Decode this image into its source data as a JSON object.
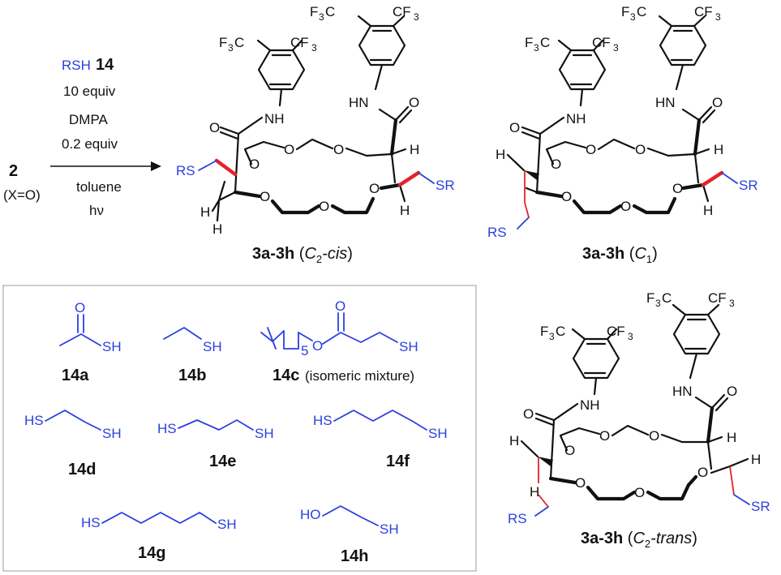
{
  "reaction": {
    "reactant_number": "2",
    "reactant_note": "(X=O)",
    "reagent_rsh": "RSH",
    "reagent_number": "14",
    "reagent_equiv": "10 equiv",
    "catalyst": "DMPA",
    "catalyst_equiv": "0.2 equiv",
    "solvent": "toluene",
    "light": "hν"
  },
  "atoms": {
    "cf3_left": "F",
    "cf3_tail": "C",
    "cf3_right": "CF",
    "sub3": "3",
    "nh": "NH",
    "hn": "HN",
    "o": "O",
    "h": "H",
    "sr": "SR",
    "rs": "RS"
  },
  "products": {
    "cis_prefix": "3a-3h",
    "cis_open": " (",
    "cis_c": "C",
    "cis_sub": "2",
    "cis_tail": "-cis",
    "cis_close": ")",
    "c1_prefix": "3a-3h",
    "c1_open": " (",
    "c1_c": "C",
    "c1_sub": "1",
    "c1_close": ")",
    "trans_prefix": "3a-3h",
    "trans_open": " (",
    "trans_c": "C",
    "trans_sub": "2",
    "trans_tail": "-trans",
    "trans_close": ")"
  },
  "thiols": {
    "a": "14a",
    "b": "14b",
    "c": "14c",
    "c_note": "(isomeric mixture)",
    "d": "14d",
    "e": "14e",
    "f": "14f",
    "g": "14g",
    "h": "14h",
    "sh": "SH",
    "hs": "HS",
    "ho": "HO",
    "o": "O",
    "five": "5"
  },
  "colors": {
    "thiol_blue": "#2b3fe0",
    "bond_red": "#e4222a",
    "box_border": "#b8b8b8"
  }
}
